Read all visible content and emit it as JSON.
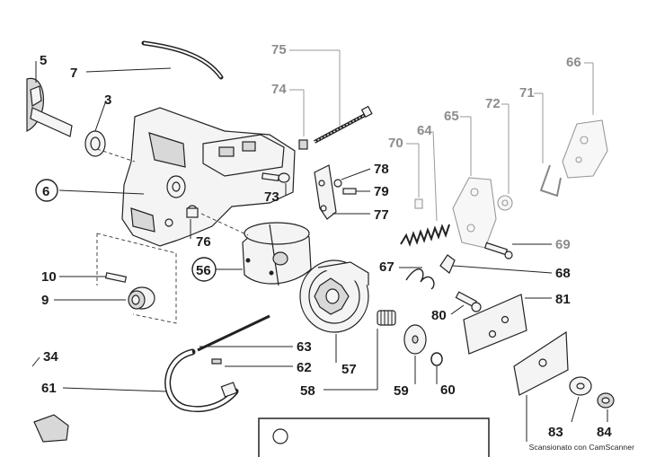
{
  "diagram": {
    "callouts": [
      {
        "id": "c5",
        "text": "5"
      },
      {
        "id": "c7",
        "text": "7"
      },
      {
        "id": "c3",
        "text": "3"
      },
      {
        "id": "c6",
        "text": "6"
      },
      {
        "id": "c10",
        "text": "10"
      },
      {
        "id": "c9",
        "text": "9"
      },
      {
        "id": "c34",
        "text": "34"
      },
      {
        "id": "c61",
        "text": "61"
      },
      {
        "id": "c75",
        "text": "75"
      },
      {
        "id": "c74",
        "text": "74"
      },
      {
        "id": "c73",
        "text": "73"
      },
      {
        "id": "c76",
        "text": "76"
      },
      {
        "id": "c56",
        "text": "56"
      },
      {
        "id": "c78",
        "text": "78"
      },
      {
        "id": "c79",
        "text": "79"
      },
      {
        "id": "c77",
        "text": "77"
      },
      {
        "id": "c70",
        "text": "70"
      },
      {
        "id": "c64",
        "text": "64"
      },
      {
        "id": "c65",
        "text": "65"
      },
      {
        "id": "c72",
        "text": "72"
      },
      {
        "id": "c71",
        "text": "71"
      },
      {
        "id": "c66",
        "text": "66"
      },
      {
        "id": "c69",
        "text": "69"
      },
      {
        "id": "c67",
        "text": "67"
      },
      {
        "id": "c68",
        "text": "68"
      },
      {
        "id": "c81",
        "text": "81"
      },
      {
        "id": "c80",
        "text": "80"
      },
      {
        "id": "c63",
        "text": "63"
      },
      {
        "id": "c62",
        "text": "62"
      },
      {
        "id": "c57",
        "text": "57"
      },
      {
        "id": "c58",
        "text": "58"
      },
      {
        "id": "c59",
        "text": "59"
      },
      {
        "id": "c60",
        "text": "60"
      },
      {
        "id": "c83",
        "text": "83"
      },
      {
        "id": "c84",
        "text": "84"
      }
    ]
  },
  "footer": {
    "text": "Scansionato con CamScanner"
  }
}
